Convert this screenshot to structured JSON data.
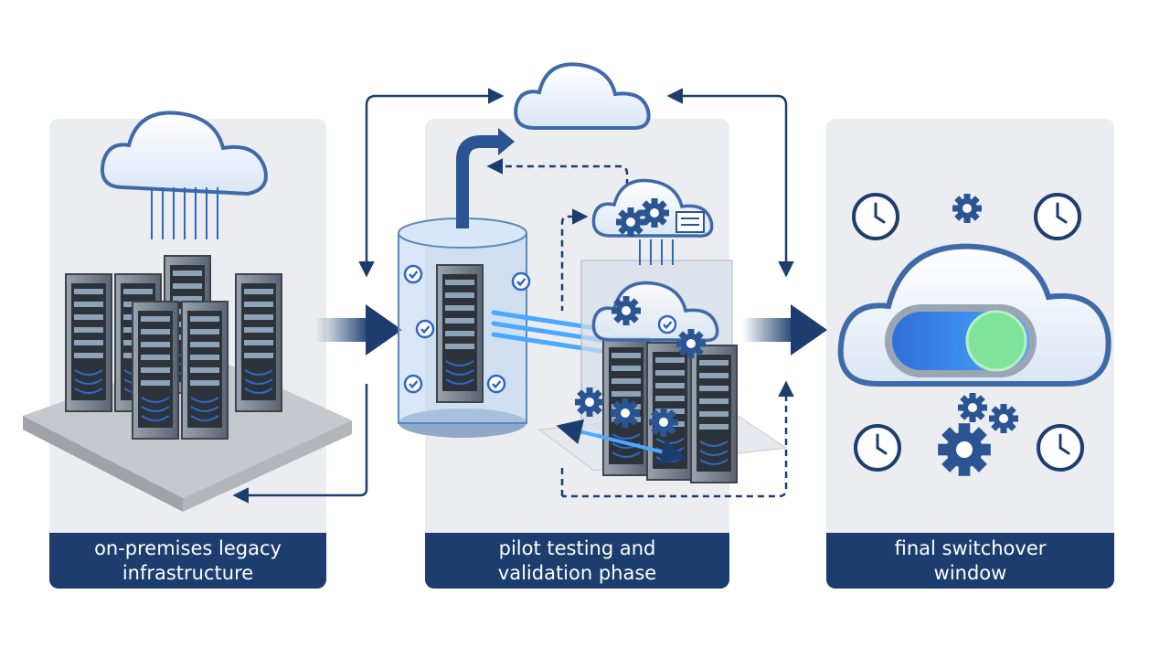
{
  "stages": [
    {
      "label": "on-premises legacy infrastructure"
    },
    {
      "label": "pilot testing and validation phase"
    },
    {
      "label": "final switchover window"
    }
  ],
  "colors": {
    "navy": "#1c3d6e",
    "panel": "#ebedf0",
    "cloud_stroke": "#3f6aa8",
    "toggle_blue": "#2f6fd8",
    "toggle_green": "#7fe39a",
    "glow": "#4aa8ff"
  },
  "icons": [
    "cloud-icon",
    "server-rack-icon",
    "gear-icon",
    "clock-icon",
    "checkmark-icon",
    "toggle-switch-icon",
    "arrow-right-icon"
  ]
}
